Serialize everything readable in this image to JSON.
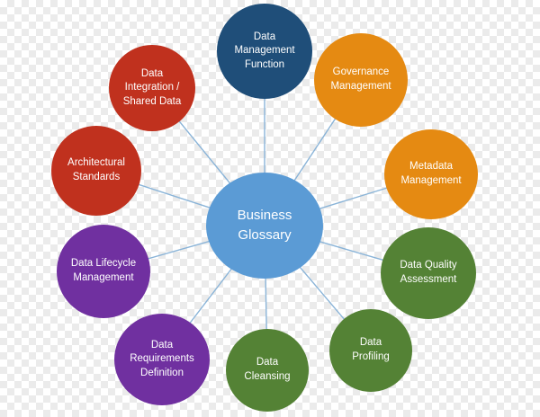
{
  "diagram": {
    "hub": {
      "label": "Business\nGlossary",
      "color": "#5b9bd5"
    },
    "nodes": [
      {
        "id": "data-management-function",
        "label": "Data\nManagement\nFunction",
        "color": "#1f4e79"
      },
      {
        "id": "governance-management",
        "label": "Governance\nManagement",
        "color": "#e58a12"
      },
      {
        "id": "metadata-management",
        "label": "Metadata\nManagement",
        "color": "#e58a12"
      },
      {
        "id": "data-quality-assessment",
        "label": "Data Quality\nAssessment",
        "color": "#548235"
      },
      {
        "id": "data-profiling",
        "label": "Data\nProfiling",
        "color": "#548235"
      },
      {
        "id": "data-cleansing",
        "label": "Data\nCleansing",
        "color": "#548235"
      },
      {
        "id": "data-requirements-definition",
        "label": "Data\nRequirements\nDefinition",
        "color": "#7030a0"
      },
      {
        "id": "data-lifecycle-management",
        "label": "Data Lifecycle\nManagement",
        "color": "#7030a0"
      },
      {
        "id": "architectural-standards",
        "label": "Architectural\nStandards",
        "color": "#c0311e"
      },
      {
        "id": "data-integration-shared-data",
        "label": "Data\nIntegration /\nShared Data",
        "color": "#c0311e"
      }
    ]
  }
}
